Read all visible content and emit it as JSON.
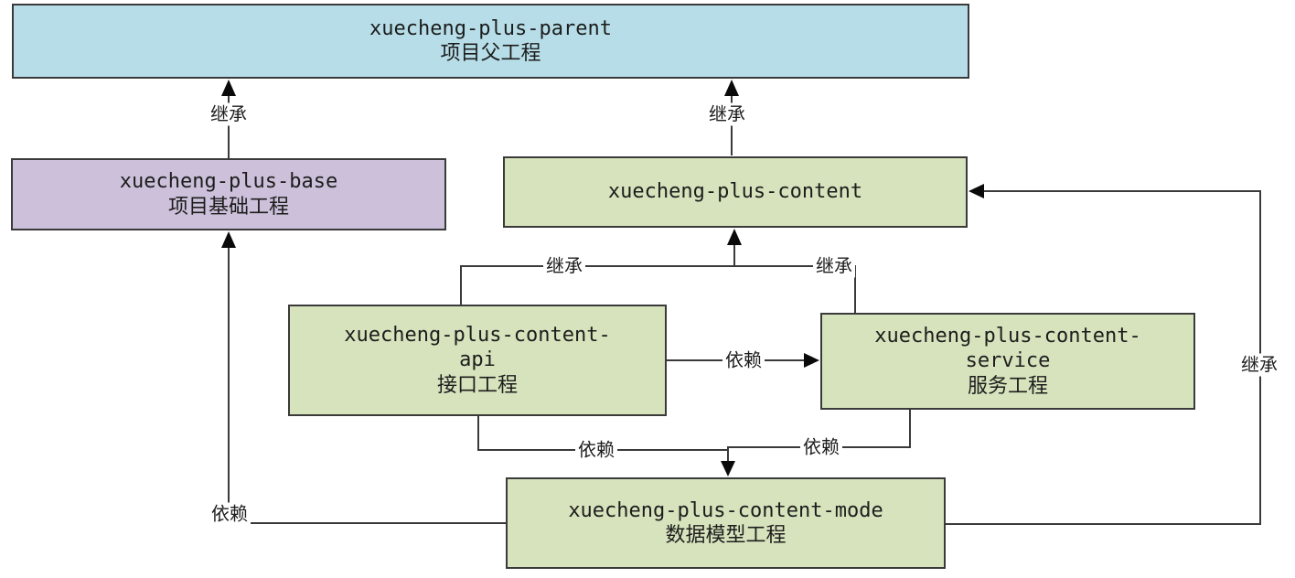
{
  "colors": {
    "parent_fill": "#b7dee8",
    "base_fill": "#ccc0da",
    "module_fill": "#d6e3bc",
    "border": "#3a3a3a",
    "line": "#3a3a3a",
    "arrow": "#0a0a0a"
  },
  "nodes": {
    "parent": {
      "line1": "xuecheng-plus-parent",
      "line2": "项目父工程"
    },
    "base": {
      "line1": "xuecheng-plus-base",
      "line2": "项目基础工程"
    },
    "content": {
      "line1": "xuecheng-plus-content"
    },
    "api": {
      "line1": "xuecheng-plus-content-",
      "line2": "api",
      "line3": "接口工程"
    },
    "service": {
      "line1": "xuecheng-plus-content-",
      "line2": "service",
      "line3": "服务工程"
    },
    "mode": {
      "line1": "xuecheng-plus-content-mode",
      "line2": "数据模型工程"
    }
  },
  "edge_labels": {
    "base_to_parent": "继承",
    "content_to_parent": "继承",
    "api_to_content": "继承",
    "service_to_content": "继承",
    "mode_to_content": "继承",
    "api_to_service": "依赖",
    "api_to_mode": "依赖",
    "service_to_mode": "依赖",
    "mode_to_base": "依赖"
  }
}
